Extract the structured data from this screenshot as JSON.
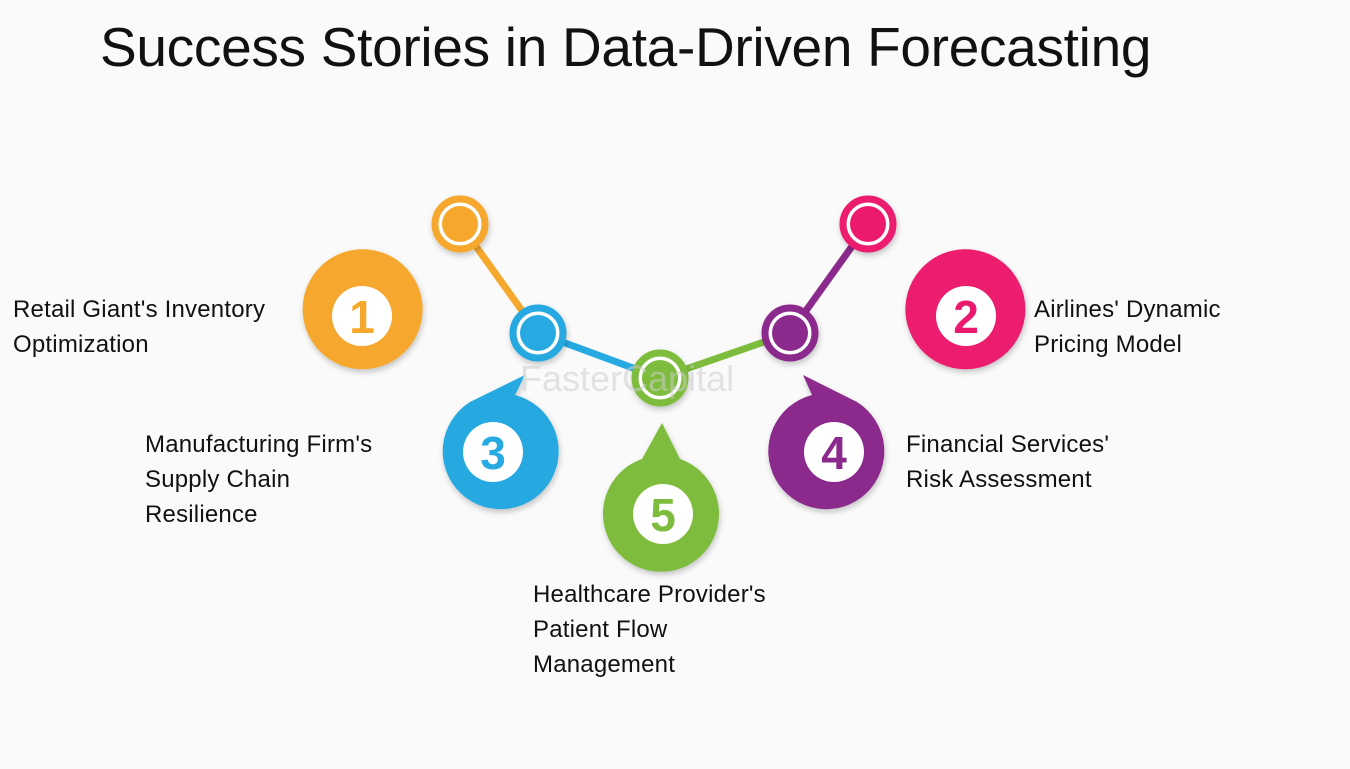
{
  "title": "Success Stories in Data-Driven Forecasting",
  "watermark": "FasterCapital",
  "items": [
    {
      "number": "1",
      "color": "#f6a82d",
      "line1": "Retail Giant's Inventory",
      "line2": "Optimization",
      "line3": ""
    },
    {
      "number": "2",
      "color": "#ec1a6e",
      "line1": "Airlines' Dynamic",
      "line2": "Pricing Model",
      "line3": ""
    },
    {
      "number": "3",
      "color": "#27a9e1",
      "line1": "Manufacturing Firm's",
      "line2": "Supply Chain",
      "line3": "Resilience"
    },
    {
      "number": "4",
      "color": "#8b2a8c",
      "line1": "Financial Services'",
      "line2": "Risk Assessment",
      "line3": ""
    },
    {
      "number": "5",
      "color": "#7dbc3c",
      "line1": "Healthcare Provider's",
      "line2": "Patient Flow",
      "line3": "Management"
    }
  ]
}
